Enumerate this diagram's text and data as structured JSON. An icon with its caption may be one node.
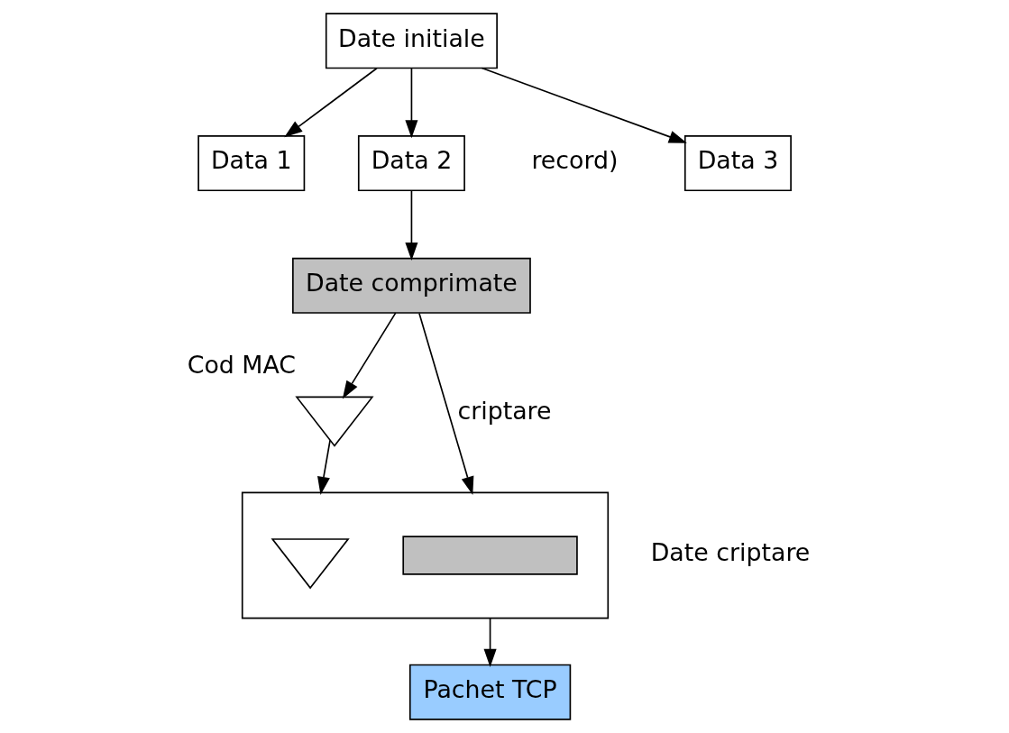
{
  "diagram": {
    "nodes": [
      {
        "text": [
          "Date initiale"
        ]
      },
      {
        "text": [
          "Data 1"
        ]
      },
      {
        "text": [
          "Data 2"
        ]
      },
      {
        "text": [
          "Data 3"
        ]
      },
      {
        "text": [
          "Date comprimate"
        ]
      },
      {
        "text": [],
        "shape": "triangle",
        "beside": [
          "Cod MAC"
        ]
      },
      {
        "text": [],
        "shape": "box",
        "beside": [
          "Date criptare"
        ]
      },
      {
        "text": [],
        "shape": "bar",
        "in": 6
      },
      {
        "text": [],
        "shape": "triangle",
        "in": 6
      },
      {
        "text": [
          "Pachet TCP"
        ]
      }
    ],
    "edges": [
      {
        "from": 0,
        "to": 1,
        "arrow": "to"
      },
      {
        "from": 0,
        "to": 2,
        "arrow": "to"
      },
      {
        "from": 0,
        "to": 3,
        "arrow": "to"
      },
      {
        "from": 2,
        "to": 4,
        "arrow": "to"
      },
      {
        "from": 4,
        "to": 6,
        "arrow": "to",
        "label": "criptare"
      },
      {
        "from": 4,
        "to": 5,
        "arrow": "to"
      },
      {
        "from": 5,
        "to": 6,
        "arrow": "to"
      },
      {
        "from": 6,
        "to": 9,
        "arrow": "to"
      }
    ],
    "labels": [
      "record)"
    ]
  }
}
